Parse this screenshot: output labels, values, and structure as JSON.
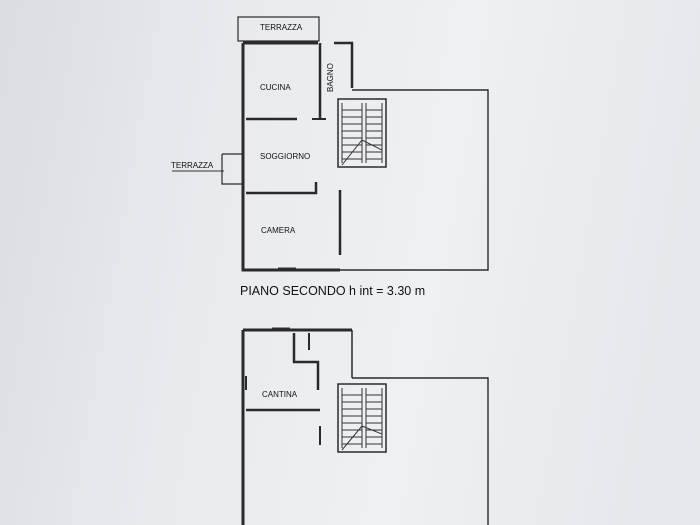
{
  "plans": {
    "second_floor": {
      "title": "PIANO SECONDO h int = 3.30 m",
      "rooms": {
        "terrazza_top": "TERRAZZA",
        "terrazza_side": "TERRAZZA",
        "cucina": "CUCINA",
        "bagno": "BAGNO",
        "soggiorno": "SOGGIORNO",
        "camera": "CAMERA"
      }
    },
    "lower_floor": {
      "rooms": {
        "cantina": "CANTINA"
      }
    }
  },
  "colors": {
    "paper": "#e8eaee",
    "ink": "#2a2a2a"
  }
}
